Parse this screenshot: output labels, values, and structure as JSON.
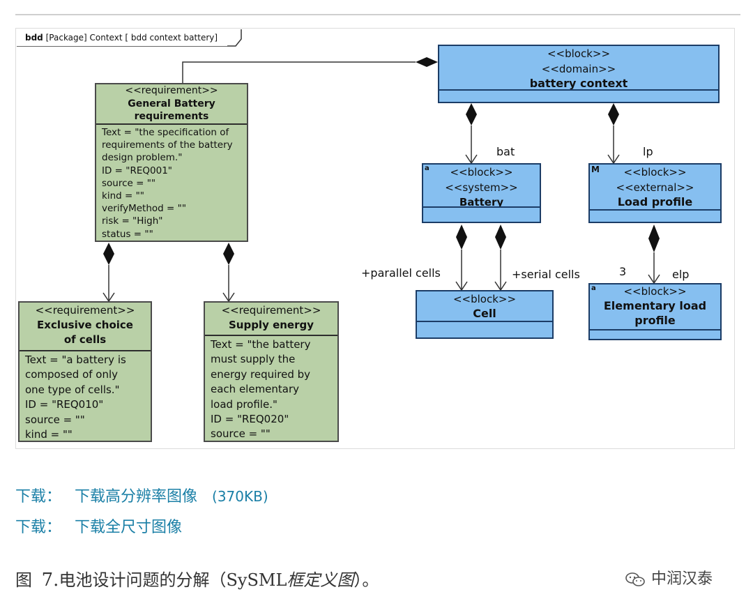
{
  "diagram": {
    "frame_label_kind": "bdd",
    "frame_label_rest": "[Package] Context [ bdd context battery]",
    "battery_context": {
      "stereo1": "<<block>>",
      "stereo2": "<<domain>>",
      "name": "battery context"
    },
    "general_req": {
      "stereo": "<<requirement>>",
      "name1": "General Battery",
      "name2": "requirements",
      "lines": [
        "Text = \"the specification of",
        "requirements of the battery",
        "design problem.\"",
        "ID = \"REQ001\"",
        "source = \"\"",
        "kind = \"\"",
        "verifyMethod = \"\"",
        "risk = \"High\"",
        "status = \"\""
      ]
    },
    "exclusive_req": {
      "stereo": "<<requirement>>",
      "name1": "Exclusive choice",
      "name2": "of cells",
      "lines": [
        "Text = \"a battery is",
        "composed of only",
        "one type of cells.\"",
        "ID = \"REQ010\"",
        "source = \"\"",
        "kind = \"\""
      ]
    },
    "supply_req": {
      "stereo": "<<requirement>>",
      "name1": "Supply energy",
      "lines": [
        "Text = \"the battery",
        "must supply the",
        "energy required by",
        "each elementary",
        "load profile.\"",
        "ID = \"REQ020\"",
        "source = \"\""
      ]
    },
    "battery": {
      "corner": "a",
      "stereo1": "<<block>>",
      "stereo2": "<<system>>",
      "name": "Battery"
    },
    "load_profile": {
      "corner": "M",
      "stereo1": "<<block>>",
      "stereo2": "<<external>>",
      "name": "Load profile"
    },
    "cell": {
      "stereo": "<<block>>",
      "name": "Cell"
    },
    "elementary": {
      "corner": "a",
      "stereo": "<<block>>",
      "name1": "Elementary load",
      "name2": "profile"
    },
    "roles": {
      "bat": "bat",
      "lp": "lp",
      "parallel": "+parallel cells",
      "serial": "+serial cells",
      "multiplicity": "3",
      "elp": "elp"
    }
  },
  "links": {
    "line1_prefix": "下载：",
    "line1_link": "下载高分辨率图像",
    "line1_size": "(370KB)",
    "line2_prefix": "下载：",
    "line2_link": "下载全尺寸图像"
  },
  "caption": {
    "fig": "图",
    "num": "7.",
    "text": "电池设计问题的分解（SySML",
    "italic": "框定义图",
    "end": "）。"
  },
  "watermark": {
    "icon": "wechat-icon",
    "text": "中润汉泰"
  },
  "colors": {
    "requirement_fill": "#b9d0a7",
    "block_fill": "#86bff0",
    "link_color": "#1a7fa6"
  }
}
